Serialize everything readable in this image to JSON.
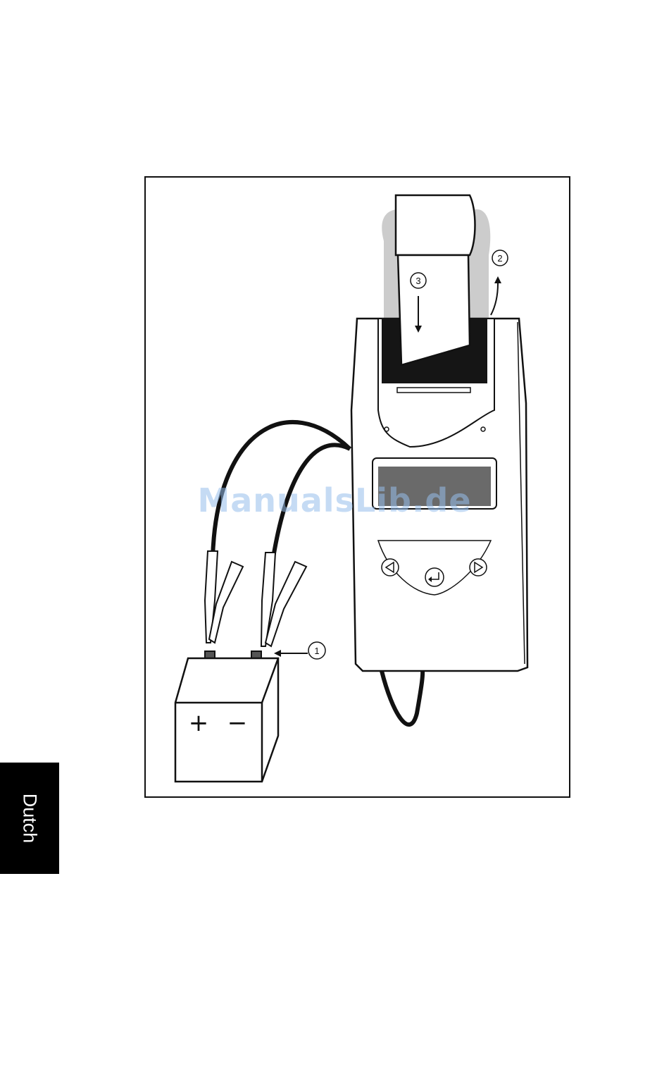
{
  "figure": {
    "callouts": [
      "1",
      "2",
      "3"
    ],
    "battery_terminals": {
      "positive": "+",
      "negative": "−"
    },
    "device_buttons": [
      "left-arrow-icon",
      "enter-icon",
      "right-arrow-icon"
    ]
  },
  "watermark": "ManualsLib.de",
  "language_tab": "Dutch"
}
